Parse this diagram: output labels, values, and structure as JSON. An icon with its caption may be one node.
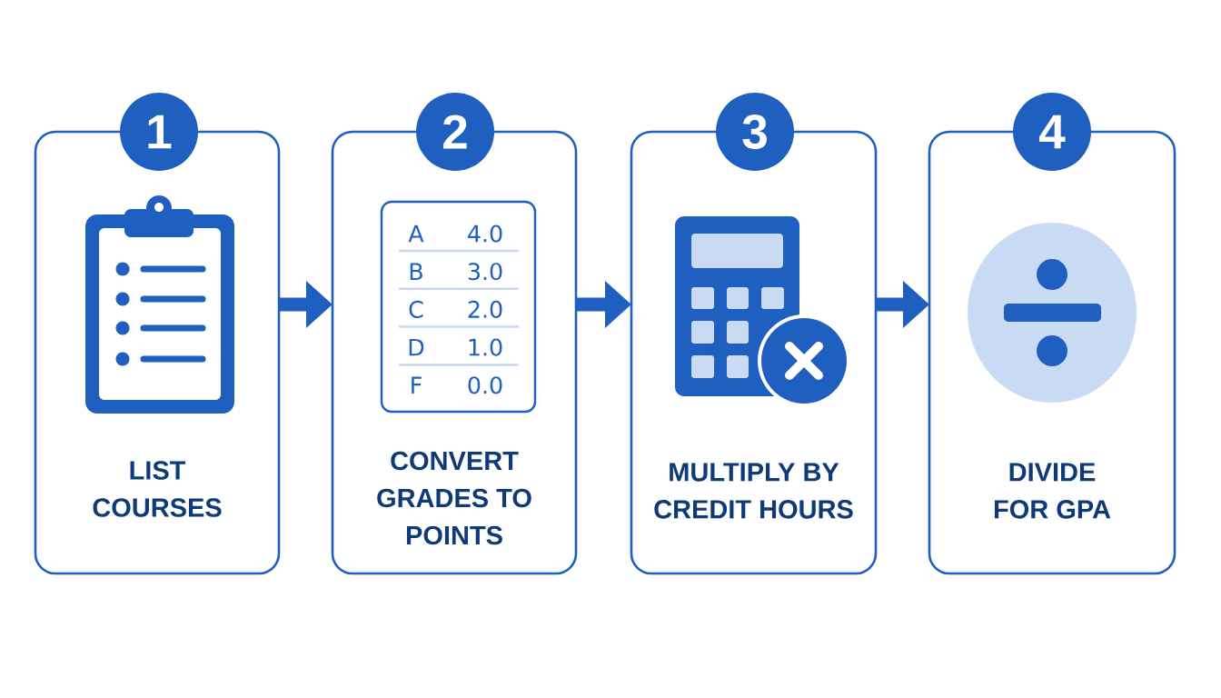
{
  "diagram": {
    "nodes": [
      {
        "text": [
          "1"
        ]
      },
      {
        "text": [
          "LIST COURSES"
        ]
      },
      {
        "text": [
          "2"
        ]
      },
      {
        "text": [
          "CONVERT GRADES TO POINTS"
        ]
      },
      {
        "text": [
          "A",
          "4.0",
          "B",
          "3.0",
          "C",
          "2.0",
          "D",
          "1.0",
          "F",
          "0.0"
        ],
        "in": 3
      },
      {
        "text": [
          "3"
        ]
      },
      {
        "text": [
          "MULTIPLY BY CREDIT HOURS"
        ]
      },
      {
        "text": [
          "4"
        ]
      },
      {
        "text": [
          "DIVIDE FOR GPA"
        ]
      }
    ],
    "edges": [
      {
        "from": 1,
        "to": 3,
        "arrow": "to"
      },
      {
        "from": 3,
        "to": 6,
        "arrow": "to"
      },
      {
        "from": 6,
        "to": 8,
        "arrow": "to"
      }
    ]
  }
}
